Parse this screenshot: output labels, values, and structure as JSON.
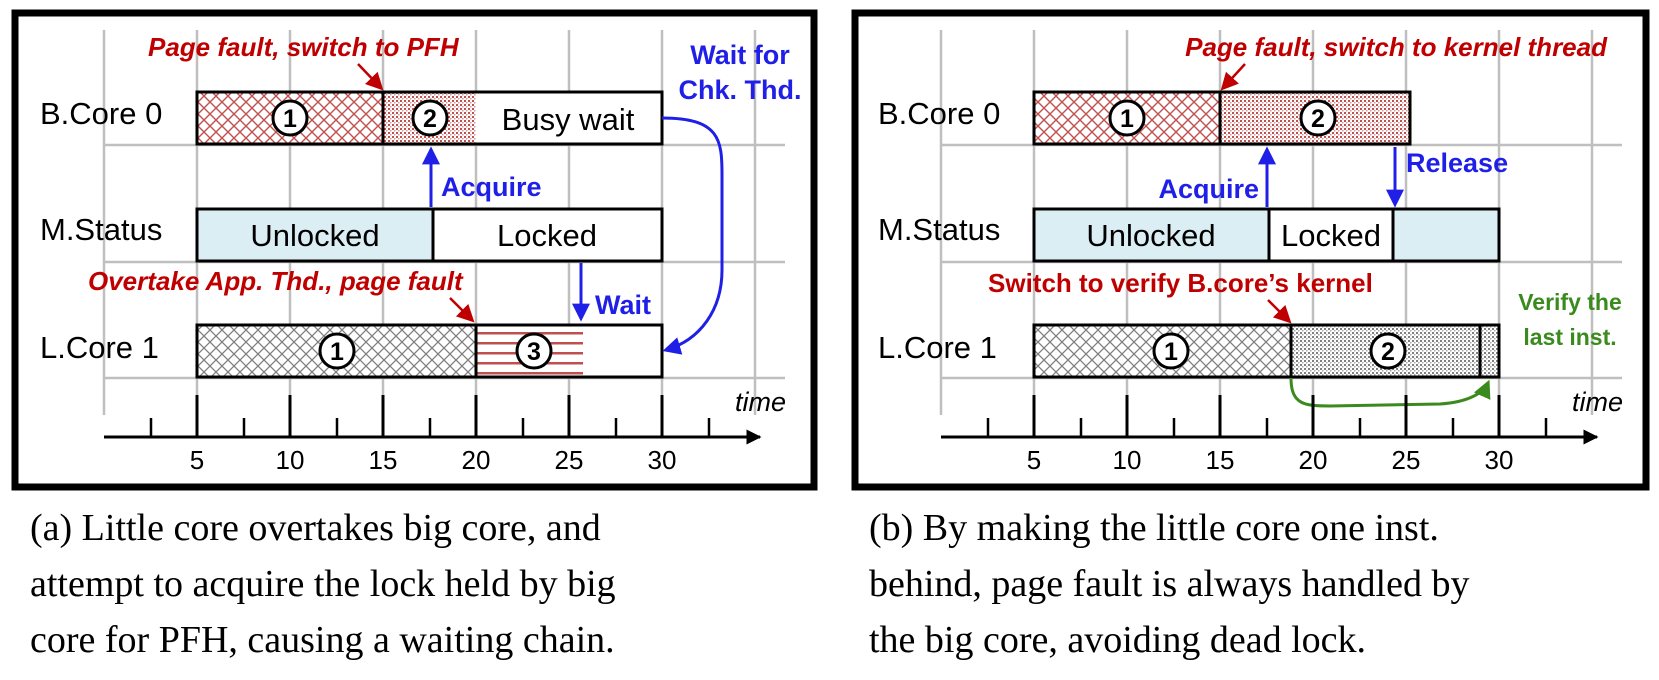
{
  "colors": {
    "frame": "#000000",
    "grid": "#bfbfbf",
    "unlocked_fill": "#dbeef4",
    "red_annotation": "#c00000",
    "blue_annotation": "#1f1fe8",
    "green_annotation": "#3a8a1e",
    "red_pattern": "#c0504d",
    "gray_pattern": "#808080"
  },
  "panel_a": {
    "row_labels": {
      "bcore": "B.Core 0",
      "status": "M.Status",
      "lcore": "L.Core 1"
    },
    "segments": {
      "bcore_seg1_num": "1",
      "bcore_seg2_num": "2",
      "bcore_busy": "Busy wait",
      "status_unlocked": "Unlocked",
      "status_locked": "Locked",
      "lcore_seg1_num": "1",
      "lcore_seg3_num": "3"
    },
    "annotations": {
      "page_fault": "Page fault, switch to PFH",
      "wait_for_1": "Wait for",
      "wait_for_2": "Chk. Thd.",
      "acquire": "Acquire",
      "overtake": "Overtake App. Thd., page fault",
      "wait": "Wait"
    },
    "axis": {
      "ticks": [
        "5",
        "10",
        "15",
        "20",
        "25",
        "30"
      ],
      "label": "time"
    },
    "caption_lines": [
      "(a) Little core overtakes big core, and",
      "attempt to acquire the lock held by big",
      "core for PFH, causing a waiting chain."
    ]
  },
  "panel_b": {
    "row_labels": {
      "bcore": "B.Core 0",
      "status": "M.Status",
      "lcore": "L.Core 1"
    },
    "segments": {
      "bcore_seg1_num": "1",
      "bcore_seg2_num": "2",
      "status_unlocked": "Unlocked",
      "status_locked": "Locked",
      "lcore_seg1_num": "1",
      "lcore_seg2_num": "2"
    },
    "annotations": {
      "page_fault": "Page fault, switch to kernel thread",
      "acquire": "Acquire",
      "release": "Release",
      "switch_verify": "Switch to verify B.core’s kernel",
      "verify_1": "Verify the",
      "verify_2": "last inst."
    },
    "axis": {
      "ticks": [
        "5",
        "10",
        "15",
        "20",
        "25",
        "30"
      ],
      "label": "time"
    },
    "caption_lines": [
      "(b) By making the little core one inst.",
      "behind, page fault is always handled by",
      "the big core, avoiding dead lock."
    ]
  }
}
